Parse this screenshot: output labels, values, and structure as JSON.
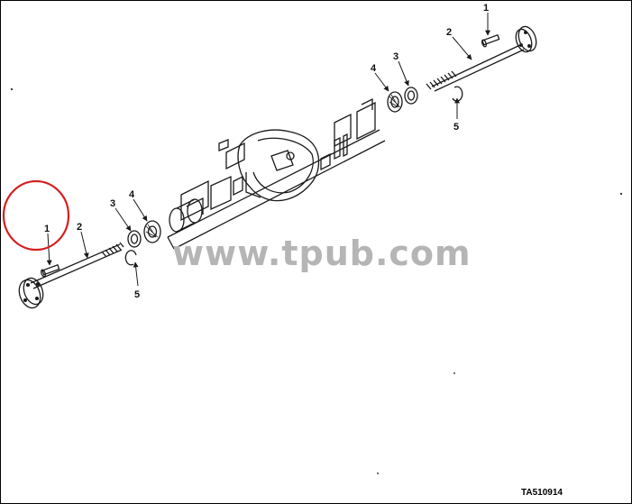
{
  "callouts": {
    "left_pin": "1",
    "left_shaft": "2",
    "left_bearing": "3",
    "left_seal": "4",
    "left_ring": "5",
    "right_pin": "1",
    "right_shaft": "2",
    "right_bearing": "3",
    "right_seal": "4",
    "right_ring": "5"
  },
  "watermark": "www.tpub.com",
  "figure_id": "TA510914",
  "colors": {
    "line": "#1a1a1a",
    "highlight_circle": "#d42020",
    "watermark": "#b5b5b5"
  }
}
